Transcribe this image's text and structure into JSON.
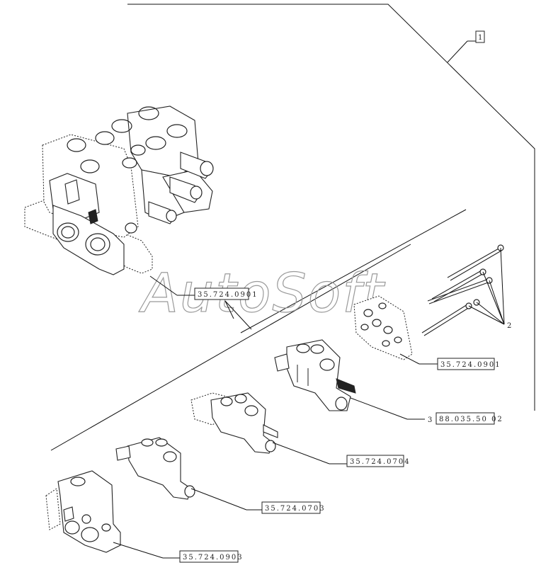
{
  "watermark": "AutoSoft",
  "callouts": {
    "item1": "1",
    "item2": "2",
    "item3": "3",
    "ref_main": "35.724.0901",
    "ref_plate": "35.724.0901",
    "ref_section": "88.035.50 02",
    "ref_section2": "35.724.0704",
    "ref_section3": "35.724.0703",
    "ref_inlet": "35.724.0903"
  }
}
